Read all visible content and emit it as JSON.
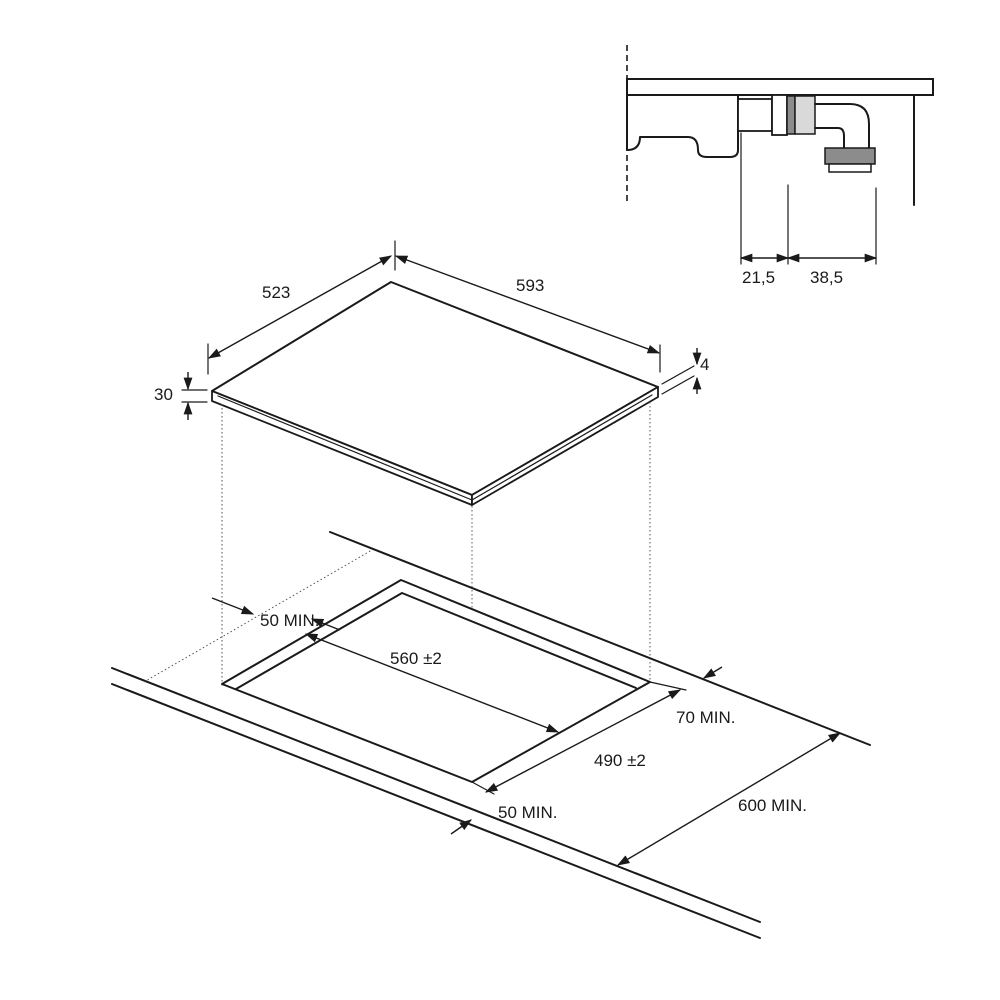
{
  "dimensions": {
    "hob_depth": "523",
    "hob_width": "593",
    "hob_height": "30",
    "glass_edge": "4",
    "cutout_width": "560 ±2",
    "cutout_depth": "490 ±2",
    "rear_clearance": "50 MIN.",
    "front_clearance": "50 MIN.",
    "side_clearance": "70 MIN.",
    "worktop_depth": "600 MIN.",
    "gas_connection_offset": "21,5",
    "gas_connection_length": "38,5"
  }
}
